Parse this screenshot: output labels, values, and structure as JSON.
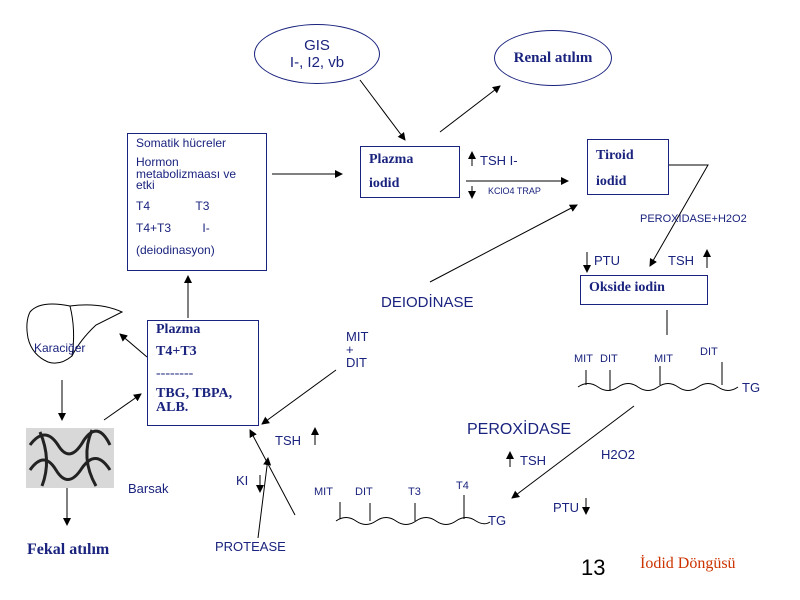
{
  "gis": {
    "line1": "GIS",
    "line2": "I-, I2, vb"
  },
  "renal": "Renal atılım",
  "somatic": {
    "title": "Somatik hücreler",
    "line2": "Hormon",
    "line3": "metabolizmaası ve",
    "line4": "etki",
    "t4": "T4",
    "t3": "T3",
    "t4t3": "T4+T3",
    "iminus": "I-",
    "deiod": "(deiodinasyon)"
  },
  "plasma_top": {
    "line1": "Plazma",
    "line2": "iodid"
  },
  "tsh_i": "TSH I-",
  "kcio4": "KClO4 TRAP",
  "tiroid": {
    "line1": "Tiroid",
    "line2": "iodid"
  },
  "peroxidase_h2o2": "PEROXIDASE+H2O2",
  "ptu_top": "PTU",
  "tsh_top": "TSH",
  "okside": "Okside iodin",
  "deiodinase": "DEIODİNASE",
  "mit_dit_mid": {
    "mit": "MIT",
    "plus": "+",
    "dit": "DIT"
  },
  "karaciger": "Karaciğer",
  "plasma_left": {
    "line1": "Plazma",
    "line2": "T4+T3",
    "line3": "--------",
    "line4": "TBG, TBPA,",
    "line5": "ALB."
  },
  "tg_top": {
    "mit1": "MIT",
    "dit1": "DIT",
    "mit2": "MIT",
    "dit2": "DIT",
    "tg": "TG"
  },
  "peroxidase": "PEROXİDASE",
  "tsh_mid": "TSH",
  "h2o2": "H2O2",
  "tsh_left": "TSH",
  "ki": "KI",
  "barsak": "Barsak",
  "tg_bottom": {
    "mit": "MIT",
    "dit": "DIT",
    "t3": "T3",
    "t4": "T4",
    "tg": "TG"
  },
  "ptu_bottom": "PTU",
  "protease": "PROTEASE",
  "fekal": "Fekal atılım",
  "slide_number": "13",
  "slide_title": "İodid Döngüsü",
  "colors": {
    "primary": "#1a237e",
    "title_accent": "#cc3300",
    "line": "#000000"
  }
}
